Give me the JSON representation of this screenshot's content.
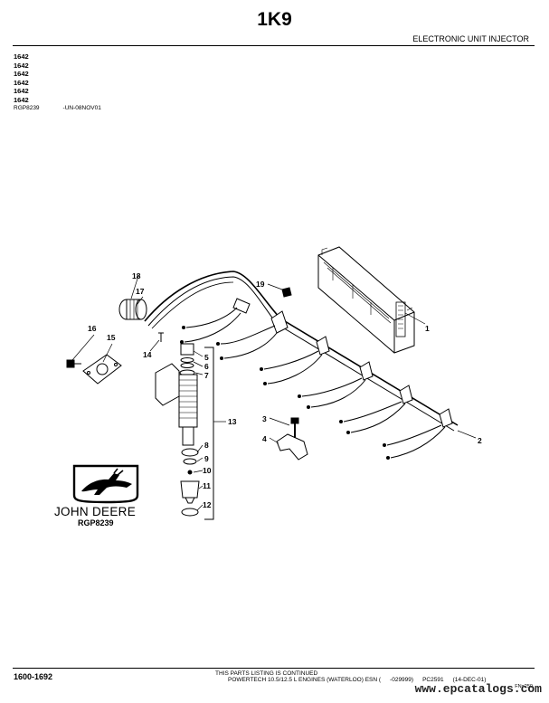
{
  "header": {
    "page_title": "1K9",
    "section_title": "ELECTRONIC UNIT INJECTOR"
  },
  "model_codes": [
    "1642",
    "1642",
    "1642",
    "1642",
    "1642",
    "1642"
  ],
  "illustration_ref": {
    "id": "RGP8239",
    "date_code": "-UN-08NOV01"
  },
  "callouts": [
    "1",
    "2",
    "3",
    "4",
    "5",
    "6",
    "7",
    "8",
    "9",
    "10",
    "11",
    "12",
    "13",
    "14",
    "15",
    "16",
    "17",
    "18",
    "19"
  ],
  "logo": {
    "brand": "JOHN DEERE",
    "ref": "RGP8239"
  },
  "footer": {
    "page_range": "1600-1692",
    "continued_note": "THIS PARTS LISTING IS CONTINUED",
    "catalog_name": "POWERTECH 10.5/12.5 L ENGINES (WATERLOO) ESN (",
    "esn_to": "-029999)",
    "pc_code": "PC2591",
    "date": "(14-DEC-01)",
    "fn": "FN=250",
    "watermark": "www.epcatalogs.com"
  }
}
